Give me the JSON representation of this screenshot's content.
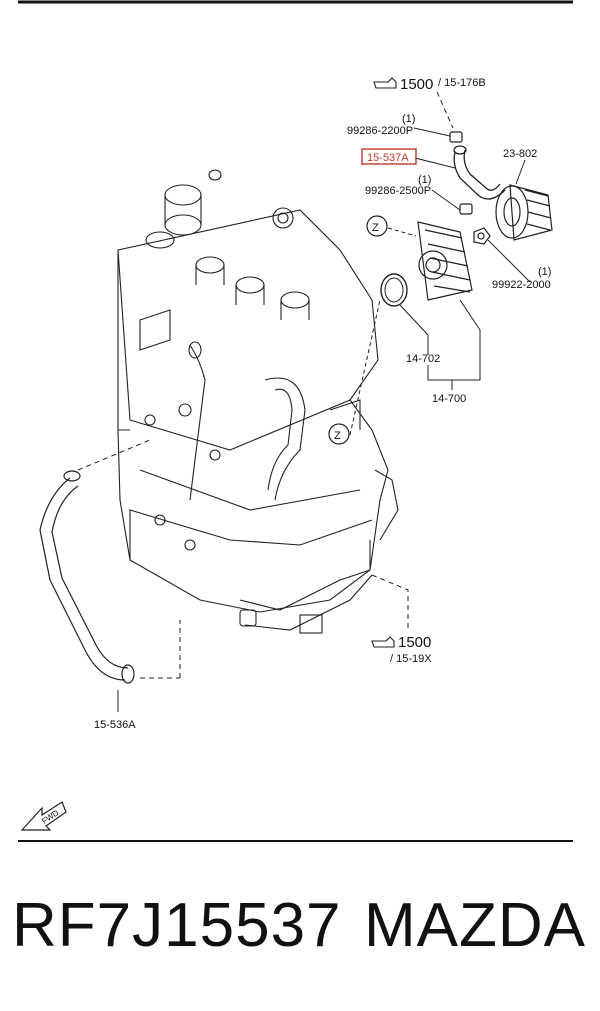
{
  "diagram": {
    "callouts": {
      "top_ref_num": "1500",
      "top_ref_sub": "/ 15-176B",
      "qty_1a": "(1)",
      "clamp_a": "99286-2200P",
      "hose_highlight": "15-537A",
      "qty_1b": "(1)",
      "clamp_b": "99286-2500P",
      "filter": "23-802",
      "qty_1c": "(1)",
      "nut": "99922-2000",
      "gasket": "14-702",
      "cooler": "14-700",
      "z_mark_top": "Z",
      "z_mark_mid": "Z",
      "bottom_ref_num": "1500",
      "bottom_ref_sub": "/ 15-19X",
      "hose_lower": "15-536A",
      "fwd": "FWD"
    },
    "highlight_color": "#c0392b"
  },
  "footer": {
    "part_number": "RF7J15537",
    "brand": "MAZDA"
  }
}
